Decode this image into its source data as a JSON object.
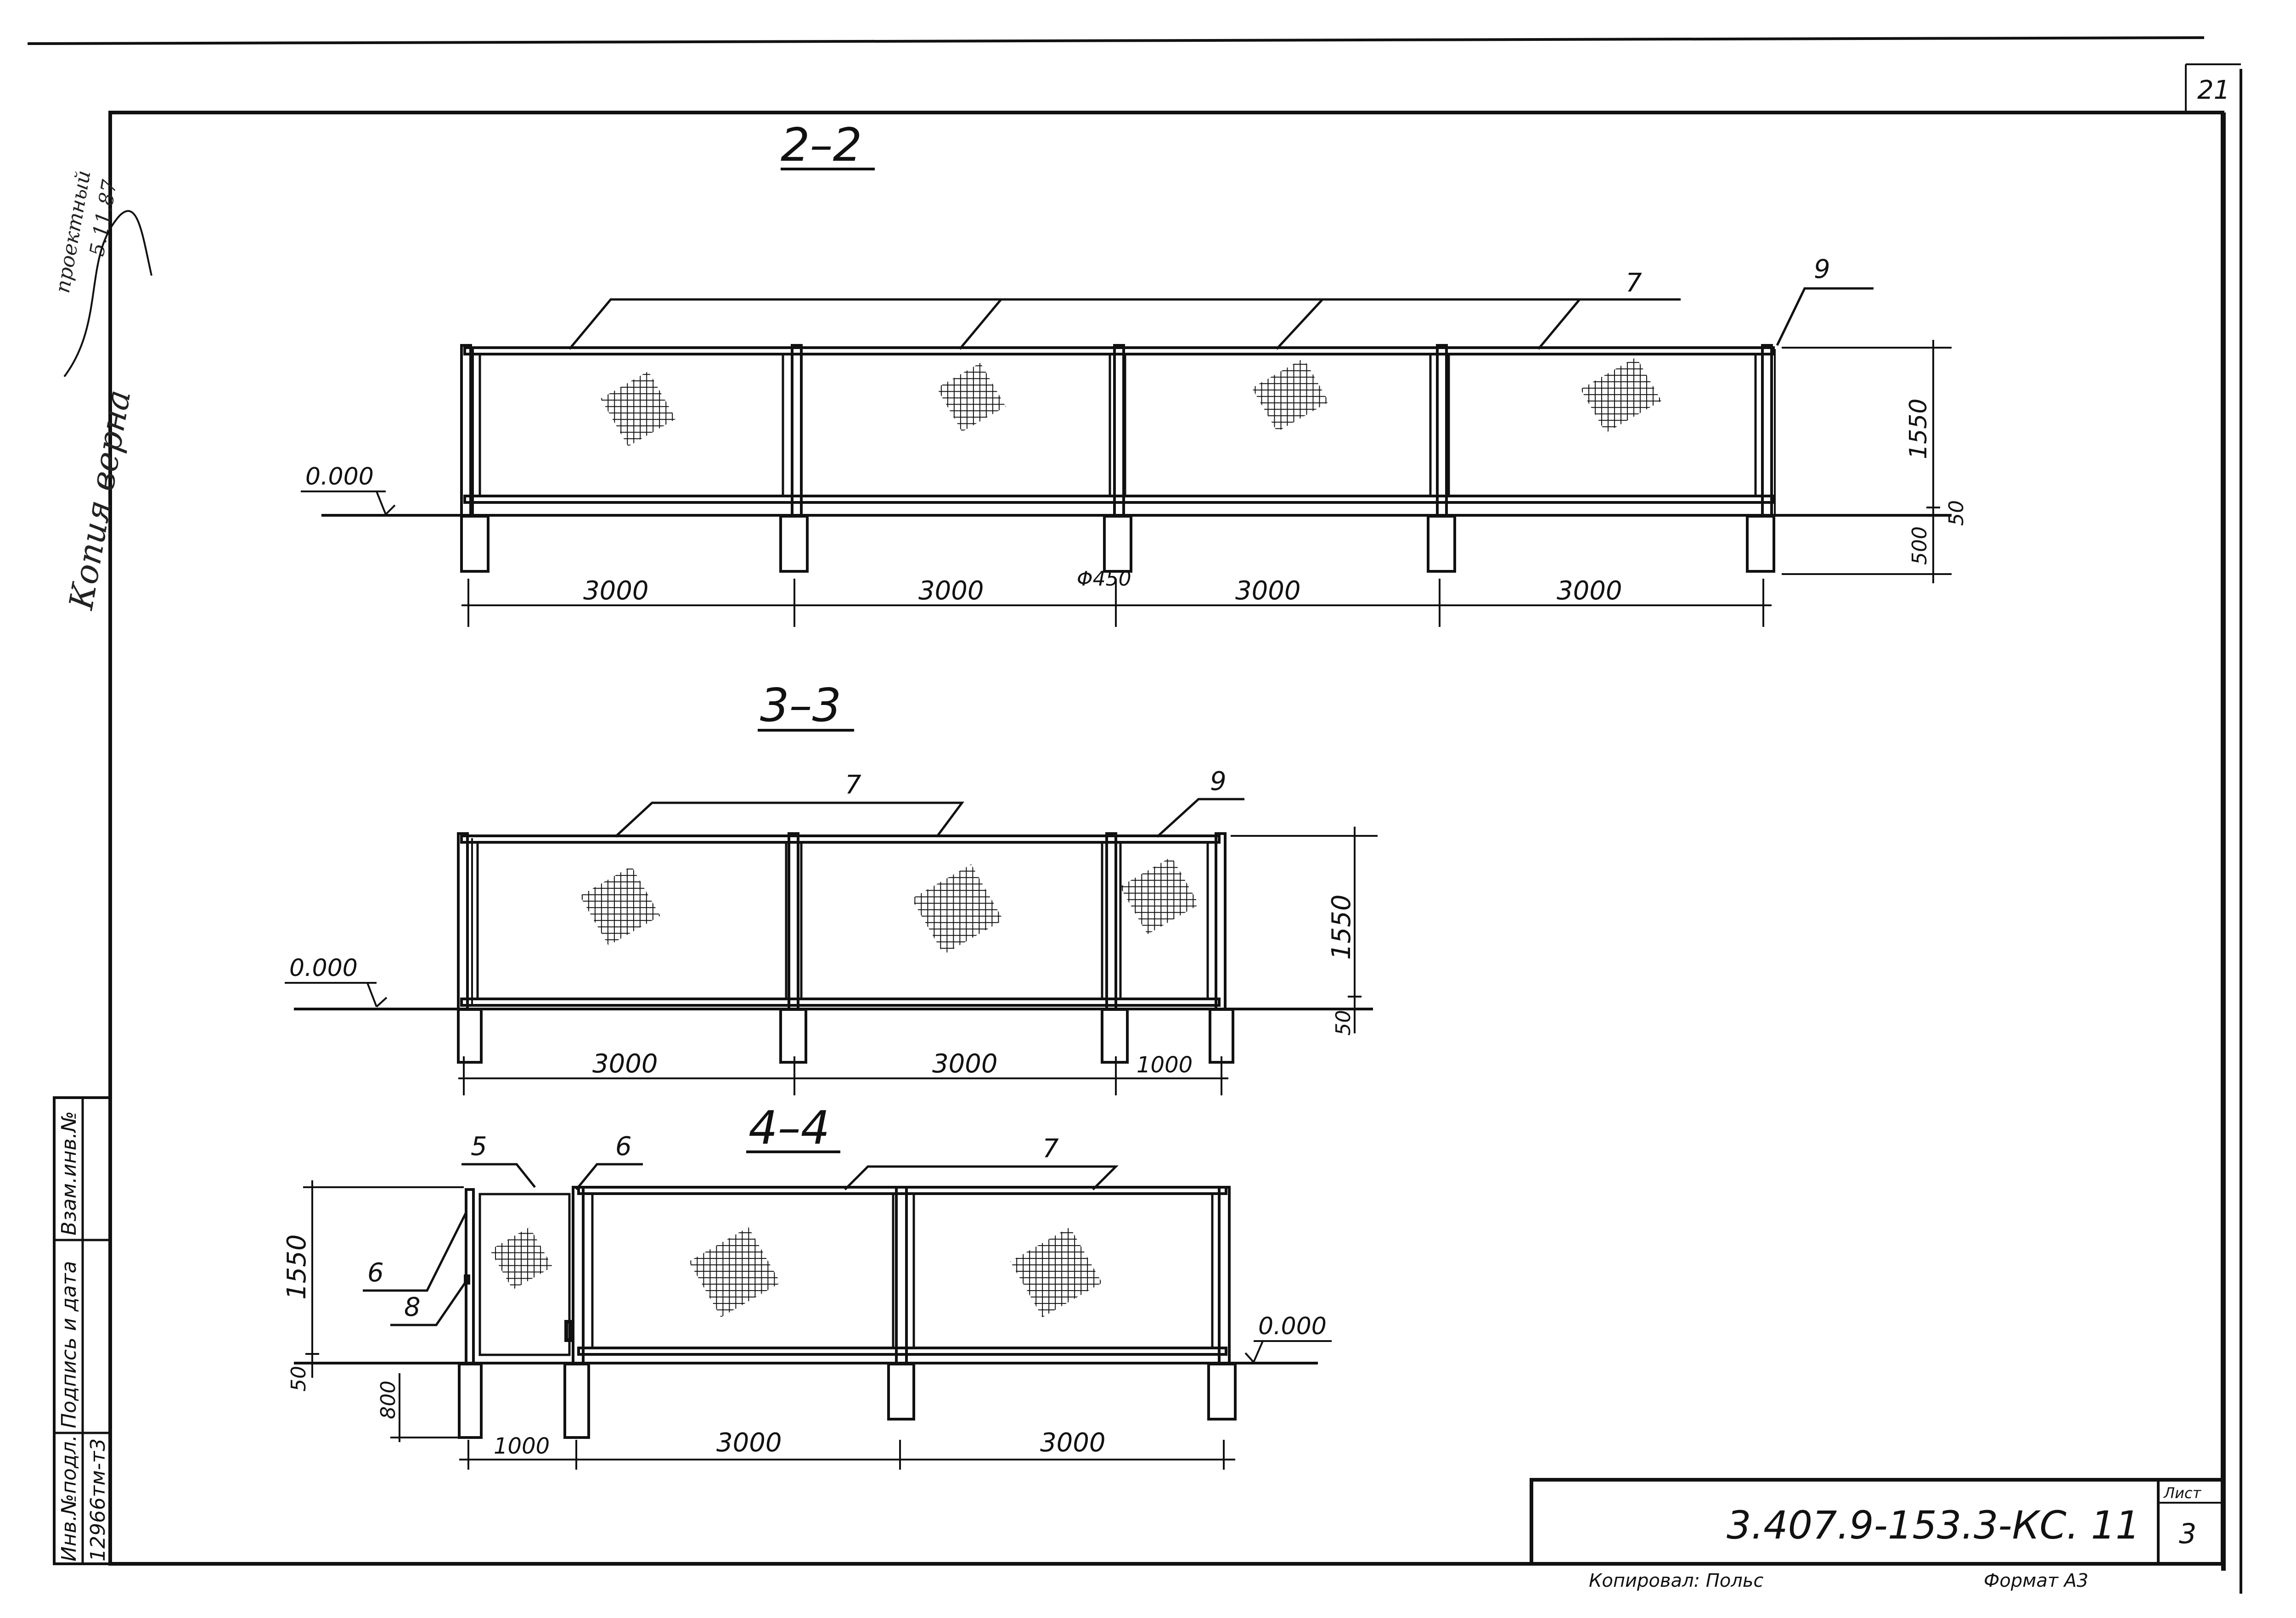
{
  "sheet_number_top": "21",
  "sections": {
    "s22": {
      "title": "2–2",
      "spans": [
        "3000",
        "3000",
        "3000",
        "3000"
      ],
      "height_dim": "1550",
      "depth_dims": [
        "500",
        "50"
      ],
      "level": "0.000",
      "diameter": "Φ450",
      "callouts": [
        "7",
        "9"
      ]
    },
    "s33": {
      "title": "3–3",
      "spans": [
        "3000",
        "3000",
        "1000"
      ],
      "height_dim": "1550",
      "depth_dim": "50",
      "level": "0.000",
      "callouts": [
        "7",
        "9"
      ]
    },
    "s44": {
      "title": "4–4",
      "spans": [
        "1000",
        "3000",
        "3000"
      ],
      "height_dim": "1550",
      "depth_dims": [
        "50",
        "800"
      ],
      "level": "0.000",
      "callouts": [
        "5",
        "6",
        "6",
        "8",
        "7"
      ]
    }
  },
  "margin_note": {
    "line1": "Копия верна",
    "line2": "проектный",
    "line3": "5.11.87"
  },
  "stamp_side": {
    "col1": "Инв.№подл.",
    "col2": "Подпись и дата",
    "col3": "Взам.инв.№",
    "inv_value": "12966тм-т3"
  },
  "title_block": {
    "code": "3.407.9-153.3-КС. 11",
    "sheet_label": "Лист",
    "sheet_value": "3",
    "copied_by": "Копировал: Польс",
    "format": "Формат А3"
  }
}
